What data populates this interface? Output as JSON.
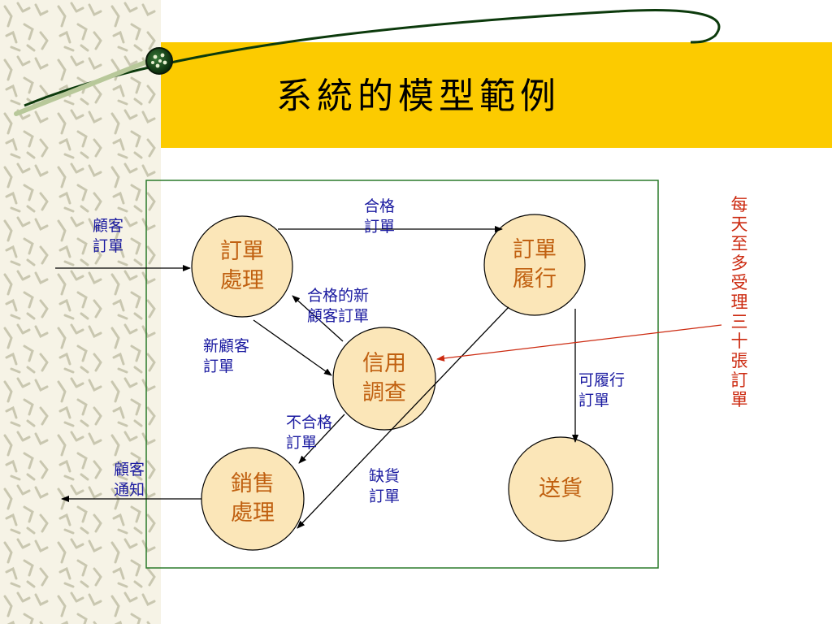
{
  "title": "系統的模型範例",
  "colors": {
    "banner": "#fccb00",
    "node_fill": "#fbe6b8",
    "node_text": "#c06010",
    "label": "#1a1aa0",
    "note": "#cc2a10",
    "frame": "#2a7a2a"
  },
  "nodes": {
    "order_processing": "訂單\n處理",
    "order_fulfillment": "訂單\n履行",
    "credit_check": "信用\n調查",
    "sales_processing": "銷售\n處理",
    "delivery": "送貨"
  },
  "labels": {
    "customer_order": "顧客\n訂單",
    "qualified_order": "合格\n訂單",
    "qualified_new_customer_order": "合格的新\n顧客訂單",
    "new_customer_order": "新顧客\n訂單",
    "fulfillable_order": "可履行\n訂單",
    "unqualified_order": "不合格\n訂單",
    "customer_notice": "顧客\n通知",
    "out_of_stock_order": "缺貨\n訂單"
  },
  "side_note": "每天至多受理三十張訂單"
}
